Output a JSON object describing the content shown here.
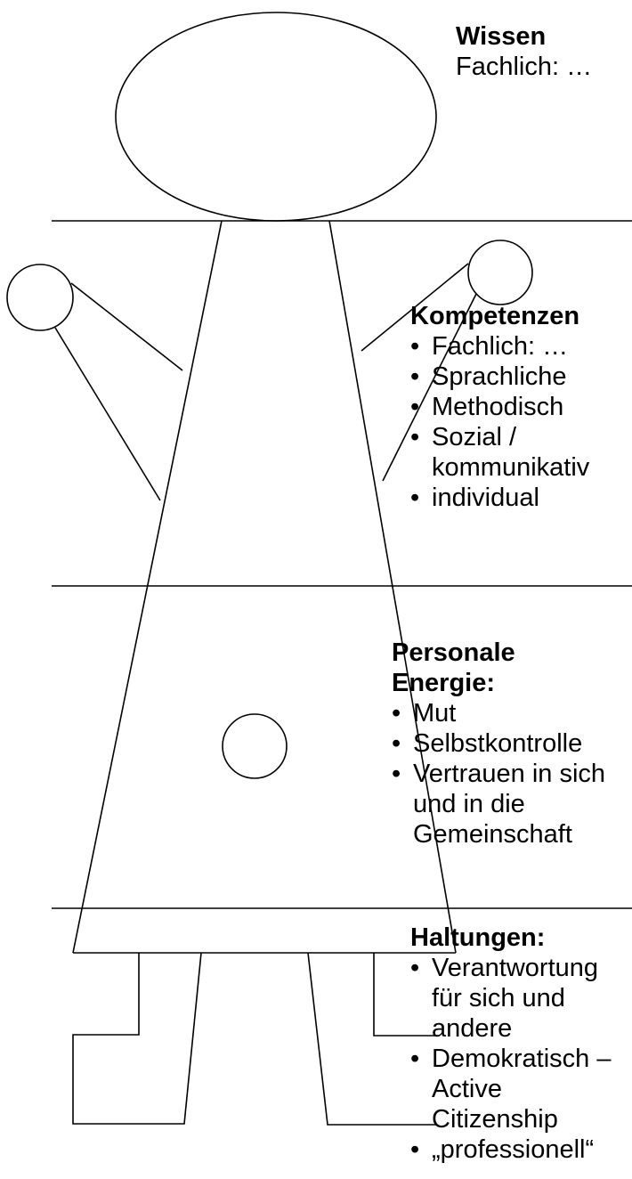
{
  "wissen": {
    "heading": "Wissen",
    "line": "Fachlich: …"
  },
  "kompetenzen": {
    "heading": "Kompetenzen",
    "items": [
      "Fachlich: …",
      "Sprachliche",
      "Methodisch",
      "Sozial / kommunikativ",
      "individual"
    ]
  },
  "personale_energie": {
    "heading": "Personale Energie:",
    "items": [
      "Mut",
      "Selbstkontrolle",
      "Vertrauen in sich und in die Gemeinschaft"
    ]
  },
  "haltungen": {
    "heading": "Haltungen:",
    "items": [
      "Verantwortung für sich und andere",
      "Demokratisch – Active Citizenship",
      "„professionell“"
    ]
  }
}
